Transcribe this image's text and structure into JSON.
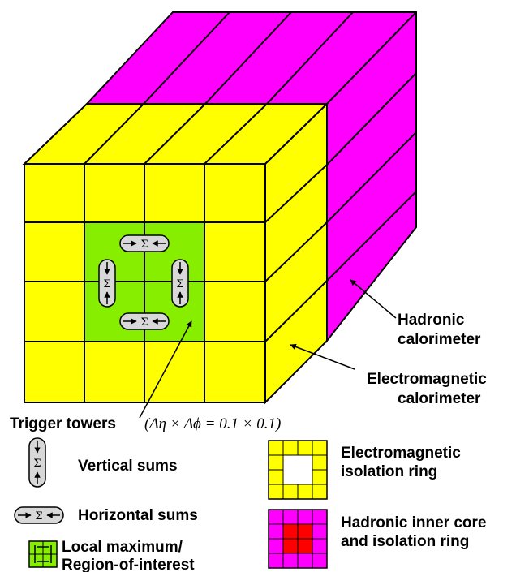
{
  "labels": {
    "hadronic_calorimeter": [
      "Hadronic",
      "calorimeter"
    ],
    "em_calorimeter": [
      "Electromagnetic",
      "calorimeter"
    ],
    "trigger_towers": "Trigger towers",
    "trigger_formula": "(Δη × Δϕ = 0.1 × 0.1)"
  },
  "legend": {
    "vertical_sums": "Vertical sums",
    "horizontal_sums": "Horizontal sums",
    "local_max": [
      "Local maximum/",
      "Region-of-interest"
    ],
    "em_isolation": [
      "Electromagnetic",
      "isolation ring"
    ],
    "had_core": [
      "Hadronic inner core",
      "and isolation ring"
    ]
  },
  "sum_symbol": "Σ",
  "colors": {
    "em": "#ffff00",
    "hadronic": "#ff00ff",
    "roi": "#88ee00",
    "core": "#ff0000",
    "sum_pill": "#d8d8d8"
  }
}
